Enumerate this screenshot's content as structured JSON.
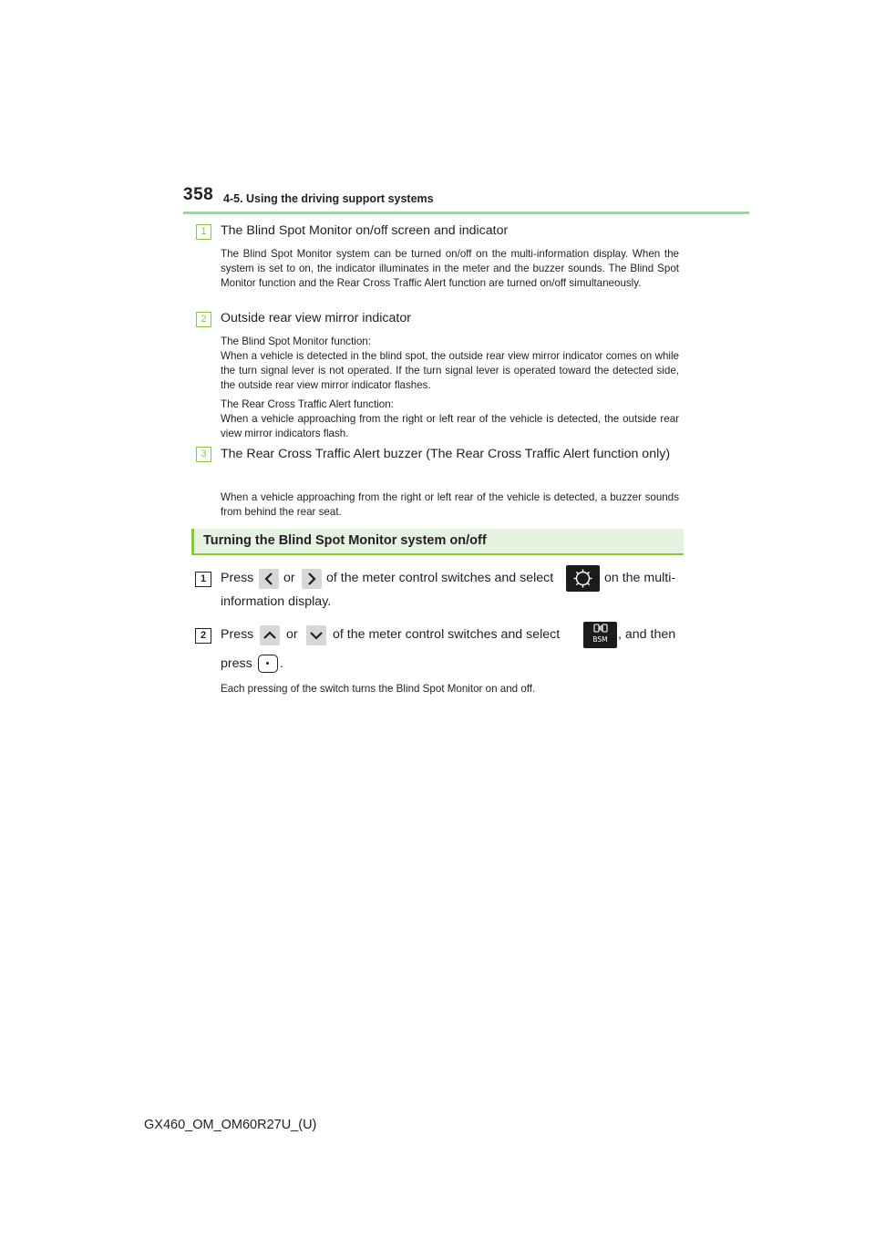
{
  "header": {
    "page_number": "358",
    "section": "4-5. Using the driving support systems"
  },
  "items": [
    {
      "number": "1",
      "heading": "The Blind Spot Monitor on/off screen and indicator",
      "paragraphs": [
        "The Blind Spot Monitor system can be turned on/off on the multi-information display. When the system is set to on, the indicator illuminates in the meter and the buzzer sounds. The Blind Spot Monitor function and the Rear Cross Traffic Alert function are turned on/off simultaneously."
      ]
    },
    {
      "number": "2",
      "heading": "Outside rear view mirror indicator",
      "paragraphs": [
        "The Blind Spot Monitor function:",
        "When a vehicle is detected in the blind spot, the outside rear view mirror indicator comes on while the turn signal lever is not operated. If the turn signal lever is operated toward the detected side, the outside rear view mirror indicator flashes.",
        "The Rear Cross Traffic Alert function:",
        "When a vehicle approaching from the right or left rear of the vehicle is detected, the outside rear view mirror indicators flash."
      ]
    },
    {
      "number": "3",
      "heading": "The Rear Cross Traffic Alert buzzer (The Rear Cross Traffic Alert function only)",
      "paragraphs": [
        "When a vehicle approaching from the right or left rear of the vehicle is detected, a buzzer sounds from behind the rear seat."
      ]
    }
  ],
  "section_banner": {
    "title": "Turning the Blind Spot Monitor system on/off"
  },
  "steps": [
    {
      "number": "1",
      "press": "Press",
      "or": "or",
      "middle": "of the meter control switches and select",
      "end": "on the multi-",
      "line2": "information display."
    },
    {
      "number": "2",
      "press": "Press",
      "or": "or",
      "middle": "of the meter control switches and select",
      "end": ", and then",
      "line2": "press",
      "line2_end": ".",
      "bsm_label": "BSM",
      "note": "Each pressing of the switch turns the Blind Spot Monitor on and off."
    }
  ],
  "icons": {
    "left": "chevron-left-icon",
    "right": "chevron-right-icon",
    "up": "chevron-up-icon",
    "down": "chevron-down-icon",
    "settings": "gear-icon",
    "bsm": "bsm-icon",
    "enter": "enter-button-icon"
  },
  "colors": {
    "accent_green": "#8cc63f",
    "header_rule": "#9fd3a3",
    "banner_bg": "#e6f2e1"
  },
  "footer": {
    "code": "GX460_OM_OM60R27U_(U)"
  }
}
